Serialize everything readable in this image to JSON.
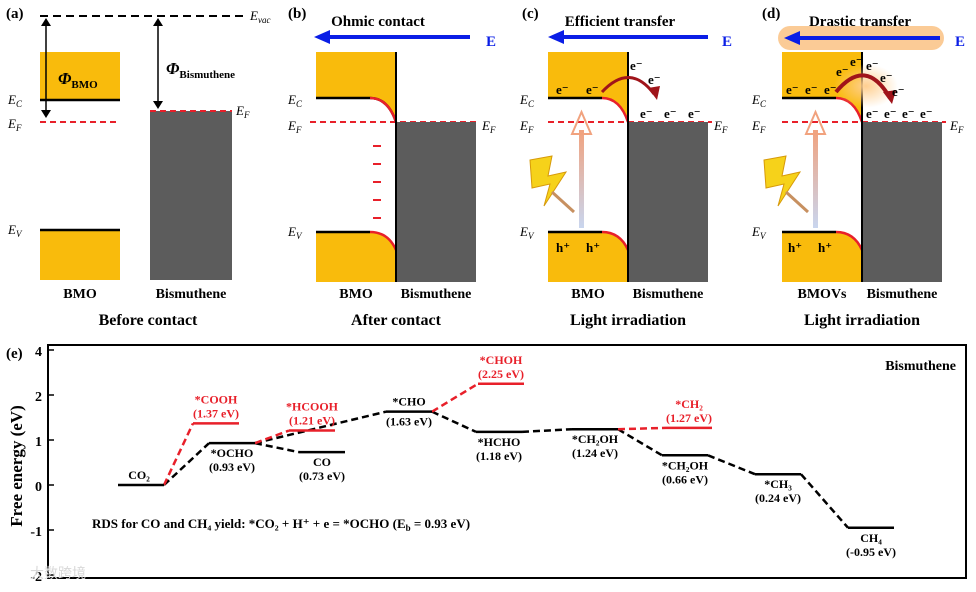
{
  "colors": {
    "semiconductor": "#f9bb0c",
    "metal": "#5c5c5c",
    "fermi_line": "#e8202a",
    "field_arrow": "#0a1ee6",
    "red_text": "#e8202a",
    "glow": "#f7a040"
  },
  "panels": {
    "a": {
      "label": "(a)",
      "evac": "E",
      "evac_sub": "vac",
      "phi_bmo": "Φ",
      "phi_bmo_sub": "BMO",
      "phi_bis": "Φ",
      "phi_bis_sub": "Bismuthene",
      "ec": "E",
      "ec_sub": "C",
      "ef": "E",
      "ef_sub": "F",
      "ef_right": "E",
      "ef_right_sub": "F",
      "ev": "E",
      "ev_sub": "V",
      "left_name": "BMO",
      "right_name": "Bismuthene",
      "caption": "Before contact"
    },
    "b": {
      "label": "(b)",
      "title": "Ohmic contact",
      "field": "E",
      "ec": "E",
      "ec_sub": "C",
      "ef": "E",
      "ef_sub": "F",
      "ef_right": "E",
      "ef_right_sub": "F",
      "ev": "E",
      "ev_sub": "V",
      "left_name": "BMO",
      "right_name": "Bismuthene",
      "caption": "After contact"
    },
    "c": {
      "label": "(c)",
      "title": "Efficient transfer",
      "field": "E",
      "ec": "E",
      "ec_sub": "C",
      "ef": "E",
      "ef_sub": "F",
      "ef_right": "E",
      "ef_right_sub": "F",
      "ev": "E",
      "ev_sub": "V",
      "electron": "e⁻",
      "hole": "h⁺",
      "left_name": "BMO",
      "right_name": "Bismuthene",
      "caption": "Light irradiation"
    },
    "d": {
      "label": "(d)",
      "title": "Drastic transfer",
      "field": "E",
      "ec": "E",
      "ec_sub": "C",
      "ef": "E",
      "ef_sub": "F",
      "ef_right": "E",
      "ef_right_sub": "F",
      "ev": "E",
      "ev_sub": "V",
      "electron": "e⁻",
      "hole": "h⁺",
      "left_name": "BMOVs",
      "right_name": "Bismuthene",
      "caption": "Light irradiation"
    }
  },
  "energy_panel": {
    "label": "(e)",
    "title": "Bismuthene",
    "ylabel": "Free energy (eV)",
    "yticks": [
      "4",
      "2",
      "1",
      "0",
      "-1",
      "-2"
    ],
    "rds_text": "RDS for CO and CH₄ yield: *CO₂ + H⁺ + e = *OCHO (E",
    "rds_sub": "b",
    "rds_tail": " = 0.93 eV)",
    "watermark": "大数跨境"
  },
  "chart_data": {
    "type": "diagram",
    "title": "Bismuthene",
    "ylabel": "Free energy (eV)",
    "ylim": [
      -2,
      4
    ],
    "main_path": [
      {
        "species": "CO₂",
        "value_label": "",
        "energy": 0.0
      },
      {
        "species": "*OCHO",
        "value_label": "(0.93 eV)",
        "energy": 0.93
      },
      {
        "species": "*CHO",
        "value_label": "(1.63 eV)",
        "energy": 1.63
      },
      {
        "species": "*HCHO",
        "value_label": "(1.18 eV)",
        "energy": 1.18
      },
      {
        "species": "*CH₂OH",
        "value_label": "(1.24 eV)",
        "energy": 1.24
      },
      {
        "species": "*CH₂OH",
        "value_label": "(0.66 eV)",
        "energy": 0.66
      },
      {
        "species": "*CH₃",
        "value_label": "(0.24 eV)",
        "energy": 0.24
      },
      {
        "species": "CH₄",
        "value_label": "(-0.95 eV)",
        "energy": -0.95
      }
    ],
    "side_product": {
      "species": "CO",
      "value_label": "(0.73 eV)",
      "energy": 0.73
    },
    "red_alternatives": [
      {
        "species": "*COOH",
        "value_label": "(1.37 eV)",
        "energy": 1.37
      },
      {
        "species": "*HCOOH",
        "value_label": "(1.21 eV)",
        "energy": 1.21
      },
      {
        "species": "*CHOH",
        "value_label": "(2.25 eV)",
        "energy": 2.25
      },
      {
        "species": "*CH₂",
        "value_label": "(1.27 eV)",
        "energy": 1.27
      }
    ]
  }
}
